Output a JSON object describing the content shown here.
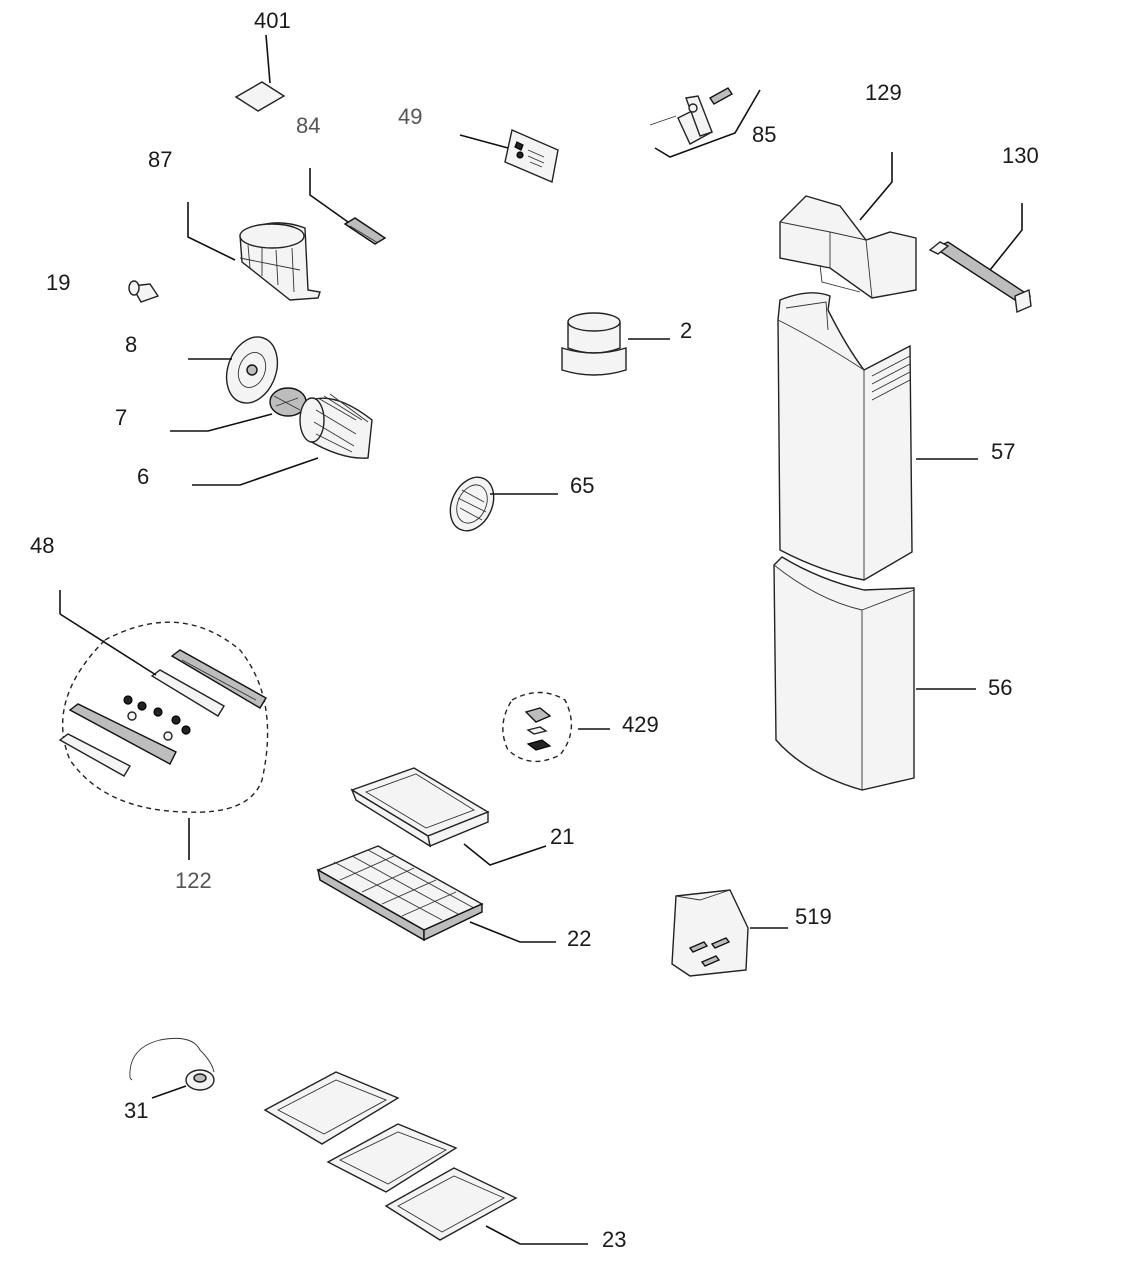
{
  "diagram": {
    "parts": [
      {
        "id": "p401",
        "label": "401"
      },
      {
        "id": "p84",
        "label": "84"
      },
      {
        "id": "p49",
        "label": "49"
      },
      {
        "id": "p85",
        "label": "85"
      },
      {
        "id": "p129",
        "label": "129"
      },
      {
        "id": "p130",
        "label": "130"
      },
      {
        "id": "p87",
        "label": "87"
      },
      {
        "id": "p19",
        "label": "19"
      },
      {
        "id": "p8",
        "label": "8"
      },
      {
        "id": "p7",
        "label": "7"
      },
      {
        "id": "p6",
        "label": "6"
      },
      {
        "id": "p2",
        "label": "2"
      },
      {
        "id": "p65",
        "label": "65"
      },
      {
        "id": "p57",
        "label": "57"
      },
      {
        "id": "p56",
        "label": "56"
      },
      {
        "id": "p48",
        "label": "48"
      },
      {
        "id": "p122",
        "label": "122"
      },
      {
        "id": "p429",
        "label": "429"
      },
      {
        "id": "p21",
        "label": "21"
      },
      {
        "id": "p22",
        "label": "22"
      },
      {
        "id": "p519",
        "label": "519"
      },
      {
        "id": "p31",
        "label": "31"
      },
      {
        "id": "p23",
        "label": "23"
      }
    ]
  }
}
